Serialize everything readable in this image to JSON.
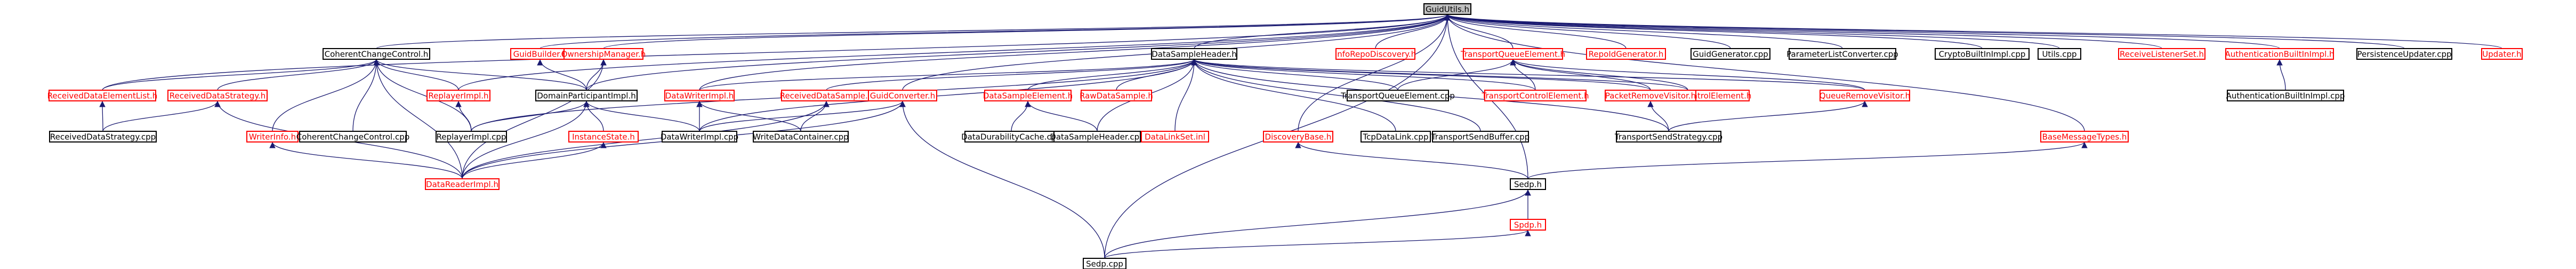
{
  "colors": {
    "edge": "#191970",
    "root_fill": "#bfbfbf",
    "black_border": "#000000",
    "red_border": "#ff0000",
    "red_text": "#ff0000",
    "black_text": "#000000",
    "background": "#ffffff"
  },
  "nodes": [
    {
      "id": "guid_h",
      "label": "GuidUtils.h",
      "style": "root"
    },
    {
      "id": "coherent_h",
      "label": "CoherentChangeControl.h",
      "style": "black"
    },
    {
      "id": "guidbuilder_h",
      "label": "GuidBuilder.h",
      "style": "red"
    },
    {
      "id": "ownership_h",
      "label": "OwnershipManager.h",
      "style": "red"
    },
    {
      "id": "dsheader_h",
      "label": "DataSampleHeader.h",
      "style": "black"
    },
    {
      "id": "inforepo_h",
      "label": "InfoRepoDiscovery.h",
      "style": "red"
    },
    {
      "id": "tqe_h",
      "label": "TransportQueueElement.h",
      "style": "red"
    },
    {
      "id": "repoid_h",
      "label": "RepoIdGenerator.h",
      "style": "red"
    },
    {
      "id": "guidgen_cpp",
      "label": "GuidGenerator.cpp",
      "style": "black"
    },
    {
      "id": "paramlist_cpp",
      "label": "ParameterListConverter.cpp",
      "style": "black"
    },
    {
      "id": "crypto_h",
      "label": "CryptoBuiltInImpl.cpp",
      "style": "black"
    },
    {
      "id": "utils_cpp",
      "label": "Utils.cpp",
      "style": "black"
    },
    {
      "id": "rls_h",
      "label": "ReceiveListenerSet.h",
      "style": "red"
    },
    {
      "id": "authbi_h",
      "label": "AuthenticationBuiltInImpl.h",
      "style": "red"
    },
    {
      "id": "persist_cpp",
      "label": "PersistenceUpdater.cpp",
      "style": "black"
    },
    {
      "id": "updater_h",
      "label": "Updater.h",
      "style": "red"
    },
    {
      "id": "rdel_h",
      "label": "ReceivedDataElementList.h",
      "style": "red"
    },
    {
      "id": "rds_h",
      "label": "ReceivedDataStrategy.h",
      "style": "red"
    },
    {
      "id": "replayer_h",
      "label": "ReplayerImpl.h",
      "style": "red"
    },
    {
      "id": "dpi_h",
      "label": "DomainParticipantImpl.h",
      "style": "black"
    },
    {
      "id": "dwi_h",
      "label": "DataWriterImpl.h",
      "style": "red"
    },
    {
      "id": "rdsample_h",
      "label": "ReceivedDataSample.h",
      "style": "red"
    },
    {
      "id": "guidconv_h",
      "label": "GuidConverter.h",
      "style": "red"
    },
    {
      "id": "dse_h",
      "label": "DataSampleElement.h",
      "style": "red"
    },
    {
      "id": "rawds_h",
      "label": "RawDataSample.h",
      "style": "red"
    },
    {
      "id": "tqe_cpp",
      "label": "TransportQueueElement.cpp",
      "style": "black"
    },
    {
      "id": "tce_h",
      "label": "TransportControlElement.h",
      "style": "red"
    },
    {
      "id": "tsce_h",
      "label": "TransportSendControlElement.h",
      "style": "red"
    },
    {
      "id": "prv_h",
      "label": "PacketRemoveVisitor.h",
      "style": "red"
    },
    {
      "id": "qrv_h",
      "label": "QueueRemoveVisitor.h",
      "style": "red"
    },
    {
      "id": "authbi_cpp",
      "label": "AuthenticationBuiltInImpl.cpp",
      "style": "black"
    },
    {
      "id": "rds_cpp",
      "label": "ReceivedDataStrategy.cpp",
      "style": "black"
    },
    {
      "id": "writerinfo_h",
      "label": "WriterInfo.h",
      "style": "red"
    },
    {
      "id": "coherent_cpp",
      "label": "CoherentChangeControl.cpp",
      "style": "black"
    },
    {
      "id": "replayer_cpp",
      "label": "ReplayerImpl.cpp",
      "style": "black"
    },
    {
      "id": "instance_h",
      "label": "InstanceState.h",
      "style": "red"
    },
    {
      "id": "dwi_cpp",
      "label": "DataWriterImpl.cpp",
      "style": "black"
    },
    {
      "id": "wdc_cpp",
      "label": "WriteDataContainer.cpp",
      "style": "black"
    },
    {
      "id": "ddc_cpp",
      "label": "DataDurabilityCache.cpp",
      "style": "black"
    },
    {
      "id": "dsh_cpp",
      "label": "DataSampleHeader.cpp",
      "style": "black"
    },
    {
      "id": "dlset_inl",
      "label": "DataLinkSet.inl",
      "style": "red"
    },
    {
      "id": "discovery_h",
      "label": "DiscoveryBase.h",
      "style": "red"
    },
    {
      "id": "tcpdl_cpp",
      "label": "TcpDataLink.cpp",
      "style": "black"
    },
    {
      "id": "tsb_cpp",
      "label": "TransportSendBuffer.cpp",
      "style": "black"
    },
    {
      "id": "tss_cpp",
      "label": "TransportSendStrategy.cpp",
      "style": "black"
    },
    {
      "id": "bmt_h",
      "label": "BaseMessageTypes.h",
      "style": "red"
    },
    {
      "id": "dri_h",
      "label": "DataReaderImpl.h",
      "style": "red"
    },
    {
      "id": "sedp_h",
      "label": "Sedp.h",
      "style": "black"
    },
    {
      "id": "spdp_h",
      "label": "Spdp.h",
      "style": "red"
    },
    {
      "id": "sedp_cpp",
      "label": "Sedp.cpp",
      "style": "black"
    }
  ]
}
